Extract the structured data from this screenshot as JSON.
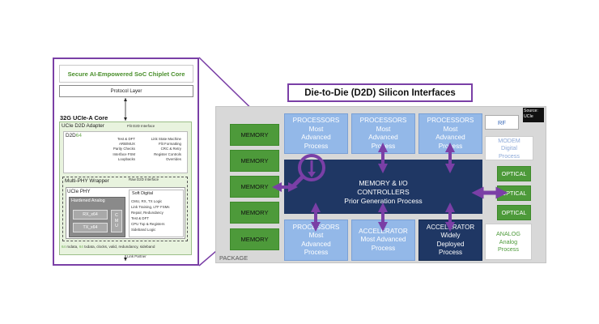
{
  "inset": {
    "title": "Secure AI-Empowered SoC Chiplet Core",
    "protocol_layer": "Protocol Layer",
    "core_label": "32G UCIe-A Core",
    "adapter_label": "UCIe D2D Adapter",
    "flit_interface": "Flit D2D Interface",
    "d2d_prefix": "D2D",
    "d2d_suffix": "64",
    "d2d_col1": [
      "Test & DFT",
      "ARB/MUX",
      "Parity Checks",
      "Interface FSM",
      "Loopbacks"
    ],
    "d2d_col2": [
      "Link State Machine",
      "Flit Formatting",
      "CRC & Retry",
      "Register Controls",
      "Overrides"
    ],
    "raw_interface": "Raw D2D Interface",
    "wrapper_label": "Multi-PHY Wrapper",
    "phy_label": "UCIe PHY",
    "hardened_label": "Hardened Analog",
    "rx": "RX_x64",
    "tx": "TX_x64",
    "cmu": [
      "C",
      "M",
      "U"
    ],
    "soft_label": "Soft Digital",
    "soft_items": [
      "CMU, RX, TX Logic",
      "Link Training, LTF FSMs",
      "Repair, Redundancy",
      "Test & DFT",
      "CPU Top & Registers",
      "Sideband Logic"
    ],
    "footer_a": "64",
    "footer_b": " rxdata, ",
    "footer_c": "64",
    "footer_d": " txdata, clocks, valid, redundancy, sideband",
    "link_partner": "Link Partner"
  },
  "main": {
    "title": "Die-to-Die (D2D) Silicon Interfaces",
    "source": [
      "Source:",
      "UCIe"
    ],
    "package_label": "PACKAGE",
    "memory_label": "MEMORY",
    "top_processors": [
      [
        "PROCESSORS",
        "Most",
        "Advanced",
        "Process"
      ],
      [
        "PROCESSORS",
        "Most",
        "Advanced",
        "Process"
      ],
      [
        "PROCESSORS",
        "Most",
        "Advanced",
        "Process"
      ]
    ],
    "controller": [
      "MEMORY & I/O",
      "CONTROLLERS",
      "Prior Generation Process"
    ],
    "bottom_processor": [
      "PROCESSORS",
      "Most",
      "Advanced",
      "Process"
    ],
    "accel1": [
      "ACCELERATOR",
      "Most Advanced",
      "Process"
    ],
    "accel2": [
      "ACCELERATOR",
      "Widely",
      "Deployed",
      "Process"
    ],
    "rf": "RF",
    "modem": [
      "MODEM",
      "Digital",
      "Process"
    ],
    "optical": "OPTICAL",
    "analog": [
      "ANALOG",
      "Analog",
      "Process"
    ]
  },
  "colors": {
    "purple": "#7a3fa6",
    "memory_green": "#4d9a3a",
    "processor_blue": "#93b8e8",
    "controller_navy": "#1f3764",
    "inset_green": "#4a8f2c"
  }
}
